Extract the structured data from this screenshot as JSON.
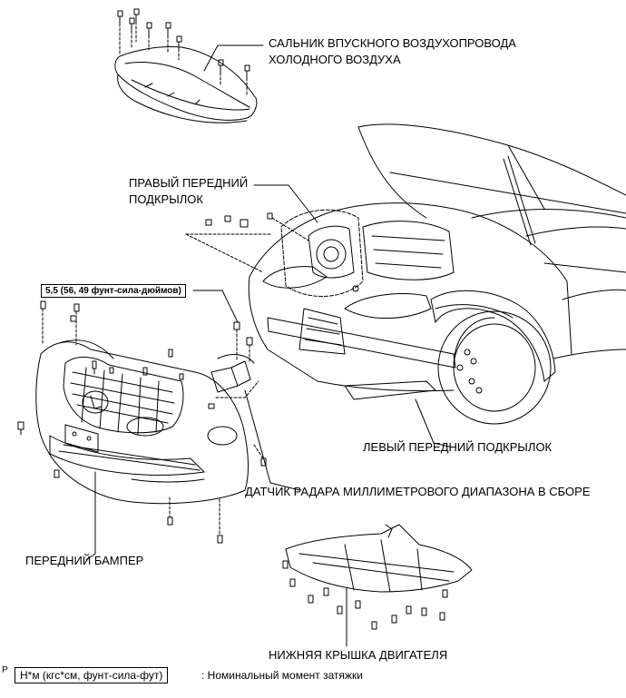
{
  "labels": {
    "cold_air_intake_seal": "САЛЬНИК ВПУСКНОГО ВОЗДУХОПРОВОДА ХОЛОДНОГО ВОЗДУХА",
    "cold_air_intake_seal_line1": "САЛЬНИК ВПУСКНОГО ВОЗДУХОПРОВОДА",
    "cold_air_intake_seal_line2": "ХОЛОДНОГО ВОЗДУХА",
    "right_fender_liner_line1": "ПРАВЫЙ ПЕРЕДНИЙ",
    "right_fender_liner_line2": "ПОДКРЫЛОК",
    "left_fender_liner": "ЛЕВЫЙ ПЕРЕДНИЙ ПОДКРЫЛОК",
    "radar_sensor": "ДАТЧИК РАДАРА МИЛЛИМЕТРОВОГО ДИАПАЗОНА В СБОРЕ",
    "front_bumper": "ПЕРЕДНИЙ БАМПЕР",
    "engine_under_cover": "НИЖНЯЯ КРЫШКА ДВИГАТЕЛЯ"
  },
  "torque_spec": "5,5 (56, 49 фунт-сила-дюймов)",
  "legend": {
    "box": "Н*м (кгс*см, фунт-сила-фут)",
    "text": ": Номинальный момент затяжки"
  },
  "figure_code": "P"
}
